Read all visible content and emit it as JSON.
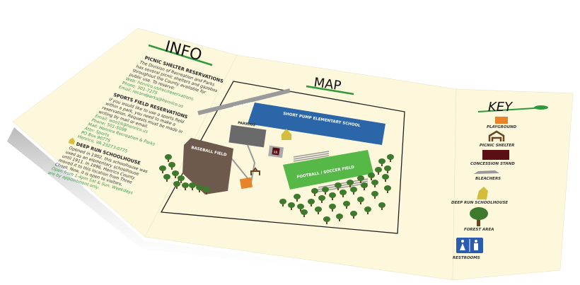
{
  "info": {
    "title": "INFO",
    "picnic": {
      "heading": "PICNIC SHELTER RESERVATIONS",
      "lines": [
        "The Division of Recreation and Parks",
        "has several picnic shelters and gazebos",
        "throughout the County available for",
        "public use. To reserve:"
      ],
      "web": "Web: henrico.us/rec/reservations",
      "phone": "Phone: 501-7275",
      "email": "Email: recandparks@henrico.us"
    },
    "sports": {
      "heading": "SPORTS FIELD RESERVATIONS",
      "lines": [
        "If you would like to use a sports field",
        "within a park, you need to make a",
        "reservation. Requests must be made in",
        "writing by mail or email."
      ],
      "email": "Email: woo19@henrico.us",
      "phone": "Phone: 501-5088",
      "mail": [
        "Mail: Henrico Recreation & Parks",
        "Attn: Sports",
        "PO Box 90775",
        "Henrico, VA 23273-0775"
      ]
    },
    "schoolhouse": {
      "heading": "DEEP RUN SCHOOLHOUSE",
      "lines": [
        "Opened in 1902, this schoolhouse was",
        "used as an elementary schoolhouse",
        "until 1911. In 1996, Henrico County",
        "moved it to this location from Three",
        "Chopt. Now, it is open to visitors."
      ],
      "hours": [
        "Open from 1-4pm Sat & Sun. Weekdays",
        "are by appointment only."
      ]
    }
  },
  "map": {
    "title": "MAP",
    "labels": {
      "road": "PUMP ROAD",
      "parking": "PARKING",
      "school": "SHORT PUMP ELEMENTARY SCHOOL",
      "baseball": "BASEBALL FIELD",
      "football": "FOOTBALL / SOCCER FIELD",
      "restroom": "RR"
    }
  },
  "key": {
    "title": "KEY",
    "items": [
      {
        "label": "PLAYGROUND",
        "icon": "playground-icon",
        "color": "#e8832a"
      },
      {
        "label": "PICNIC SHELTER",
        "icon": "picnic-shelter-icon",
        "color": "#6b4521"
      },
      {
        "label": "CONCESSION STAND",
        "icon": "concession-stand-icon",
        "color": "#5a0f14"
      },
      {
        "label": "BLEACHERS",
        "icon": "bleachers-icon",
        "color": "#9a9a9a"
      },
      {
        "label": "DEEP RUN SCHOOLHOUSE",
        "icon": "schoolhouse-icon",
        "color": "#d4bd3a"
      },
      {
        "label": "FOREST AREA",
        "icon": "tree-icon",
        "color": "#3d7a2e"
      },
      {
        "label": "RESTROOMS",
        "icon": "restroom-icon",
        "color": "#2a5db0"
      }
    ]
  },
  "colors": {
    "paper": "#fdf7dc",
    "accent_green": "#2e9a3a",
    "school_blue": "#2a66a8",
    "field_green": "#56b947",
    "baseball_brown": "#6e5a4c"
  }
}
